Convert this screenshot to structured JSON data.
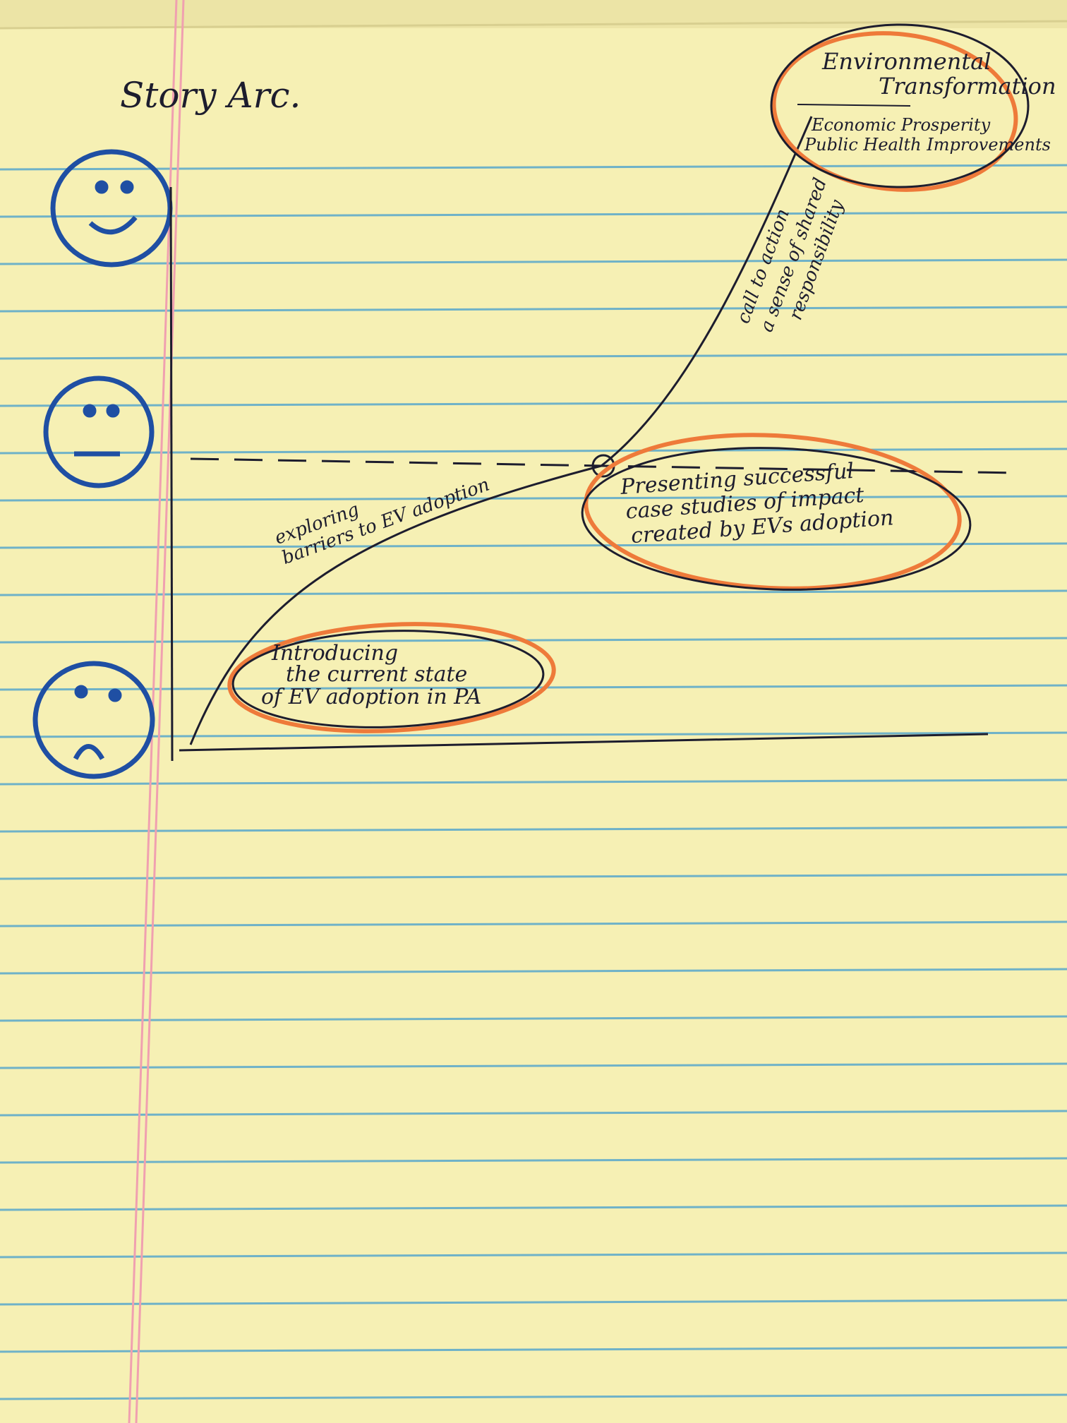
{
  "title": "Story Arc.",
  "mood_scale": {
    "high": {
      "icon": "happy-face-icon"
    },
    "neutral": {
      "icon": "neutral-face-icon"
    },
    "low": {
      "icon": "sad-face-icon"
    }
  },
  "stages": {
    "start": {
      "lines": [
        "Introducing",
        "the current state",
        "of EV adoption in PA"
      ]
    },
    "middle": {
      "lines": [
        "Presenting successful",
        "case studies of impact",
        "created by EVs adoption"
      ]
    },
    "end": {
      "lines": [
        "Environmental",
        "Transformation",
        "Economic Prosperity",
        "Public Health Improvements"
      ]
    }
  },
  "transitions": {
    "rising": {
      "lines": [
        "exploring",
        "barriers to EV adoption"
      ]
    },
    "climax": {
      "lines": [
        "call to action",
        "a sense of shared",
        "responsibility"
      ]
    }
  },
  "colors": {
    "paper": "#f6f0b4",
    "rule_line": "#6fb2c8",
    "margin_line": "#f0a0b0",
    "ink": "#1d1d2e",
    "face_ink": "#1f4fa3",
    "highlight": "#ee7a3a"
  }
}
